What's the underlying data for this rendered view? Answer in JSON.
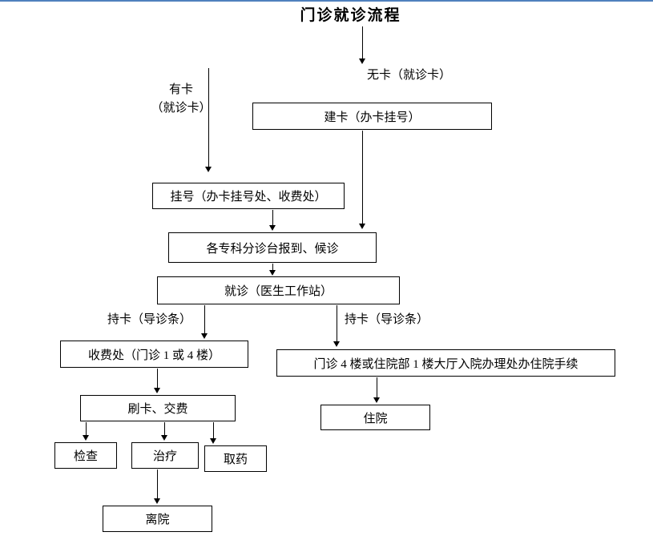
{
  "title": "门诊就诊流程",
  "colors": {
    "top_rule": "#4f81bd",
    "line": "#000000",
    "background": "#ffffff"
  },
  "labels": {
    "no_card": "无卡（就诊卡）",
    "has_card": [
      "有卡",
      "（就诊卡）"
    ],
    "with_card_left": "持卡（导诊条）",
    "with_card_right": "持卡（导诊条）"
  },
  "boxes": {
    "create_card": "建卡（办卡挂号）",
    "register": "挂号（办卡挂号处、收费处）",
    "triage": "各专科分诊台报到、候诊",
    "consult": "就诊（医生工作站）",
    "cashier": "收费处（门诊 1 或 4 楼）",
    "admission_office": "门诊 4 楼或住院部 1 楼大厅入院办理处办住院手续",
    "swipe_pay": "刷卡、交费",
    "hospitalize": "住院",
    "exam": "检查",
    "treatment": "治疗",
    "pharmacy": "取药",
    "leave": "离院"
  }
}
